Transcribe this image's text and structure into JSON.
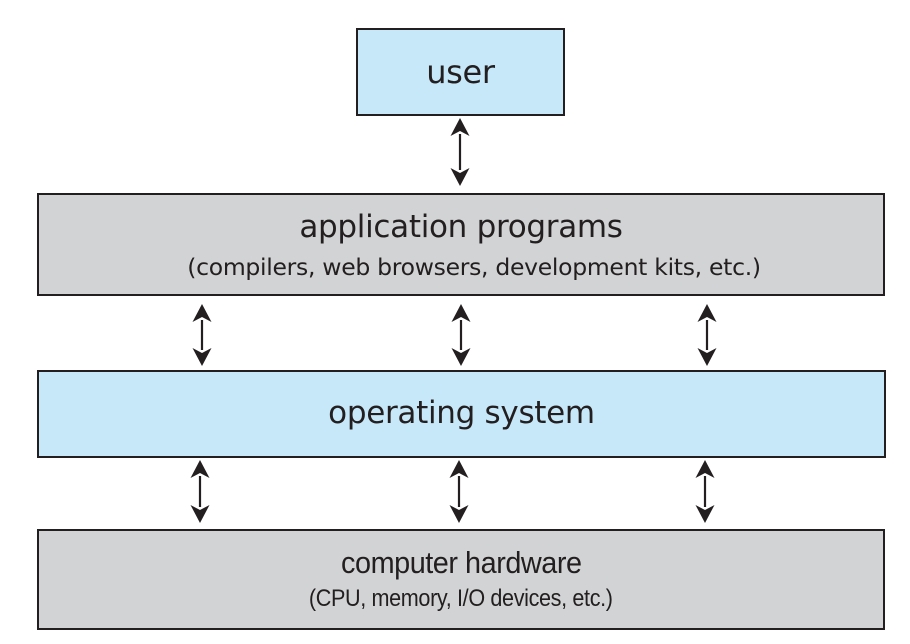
{
  "diagram": {
    "title": "Abstract view of the components of a computer system",
    "layers": {
      "user": {
        "title": "user",
        "fill": "#c6e8f9"
      },
      "applications": {
        "title": "application programs",
        "subtitle": "(compilers, web browsers, development kits, etc.)",
        "fill": "#d1d3d4"
      },
      "os": {
        "title": "operating system",
        "fill": "#c6e8f9"
      },
      "hardware": {
        "title": "computer hardware",
        "subtitle": "(CPU, memory, I/O devices, etc.)",
        "fill": "#d1d3d4"
      }
    },
    "connections": [
      {
        "from": "user",
        "to": "applications",
        "type": "bidirectional",
        "count": 1
      },
      {
        "from": "applications",
        "to": "os",
        "type": "bidirectional",
        "count": 3
      },
      {
        "from": "os",
        "to": "hardware",
        "type": "bidirectional",
        "count": 3
      }
    ]
  }
}
